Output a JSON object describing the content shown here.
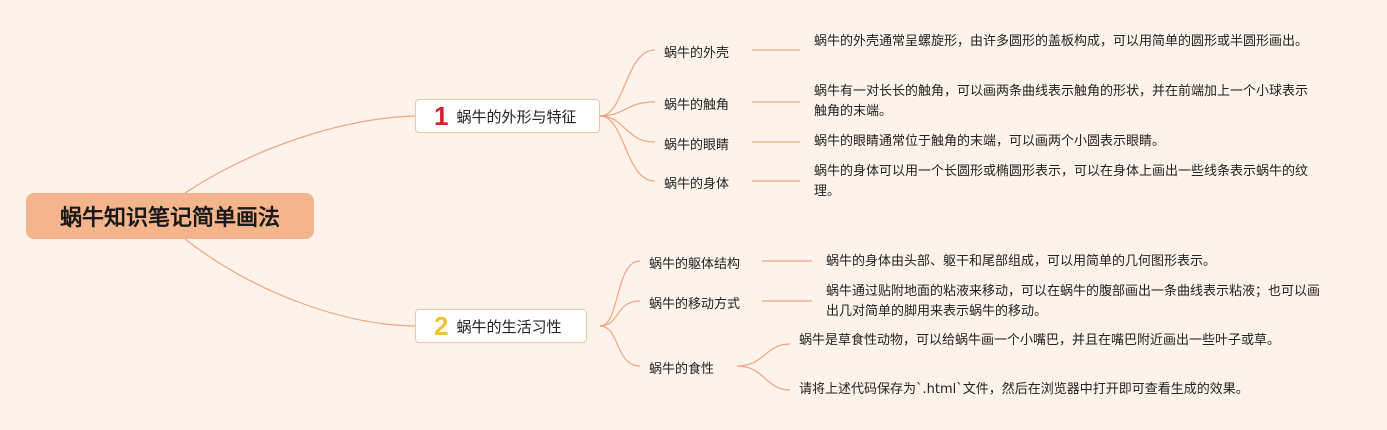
{
  "root": {
    "title": "蜗牛知识笔记简单画法"
  },
  "branches": [
    {
      "number": "1",
      "number_color": "#d3212d",
      "label": "蜗牛的外形与特征",
      "children": [
        {
          "label": "蜗牛的外壳",
          "notes": [
            "蜗牛的外壳通常呈螺旋形，由许多圆形的盖板构成，可以用简单的圆形或半圆形画出。"
          ]
        },
        {
          "label": "蜗牛的触角",
          "notes": [
            "蜗牛有一对长长的触角，可以画两条曲线表示触角的形状，并在前端加上一个小球表示触角的末端。"
          ]
        },
        {
          "label": "蜗牛的眼睛",
          "notes": [
            "蜗牛的眼睛通常位于触角的末端，可以画两个小圆表示眼睛。"
          ]
        },
        {
          "label": "蜗牛的身体",
          "notes": [
            "蜗牛的身体可以用一个长圆形或椭圆形表示，可以在身体上画出一些线条表示蜗牛的纹理。"
          ]
        }
      ]
    },
    {
      "number": "2",
      "number_color": "#f2c230",
      "label": "蜗牛的生活习性",
      "children": [
        {
          "label": "蜗牛的躯体结构",
          "notes": [
            "蜗牛的身体由头部、躯干和尾部组成，可以用简单的几何图形表示。"
          ]
        },
        {
          "label": "蜗牛的移动方式",
          "notes": [
            "蜗牛通过贴附地面的粘液来移动，可以在蜗牛的腹部画出一条曲线表示粘液；也可以画出几对简单的脚用来表示蜗牛的移动。"
          ]
        },
        {
          "label": "蜗牛的食性",
          "notes": [
            "蜗牛是草食性动物，可以给蜗牛画一个小嘴巴，并且在嘴巴附近画出一些叶子或草。",
            "请将上述代码保存为`.html`文件，然后在浏览器中打开即可查看生成的效果。"
          ]
        }
      ]
    }
  ],
  "colors": {
    "background": "#fdf3ea",
    "root_fill": "#f4b58c",
    "connector": "#f0a57e"
  }
}
